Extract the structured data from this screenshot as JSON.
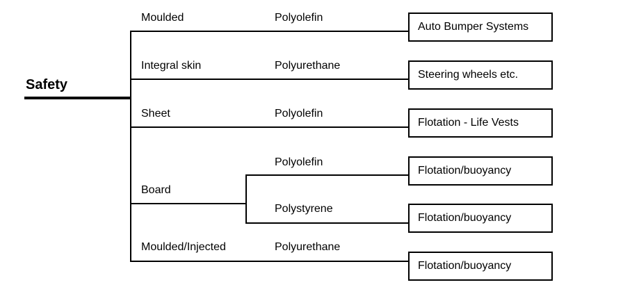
{
  "root": {
    "label": "Safety"
  },
  "branches": [
    {
      "form": "Moulded",
      "material": "Polyolefin",
      "application": "Auto Bumper Systems"
    },
    {
      "form": "Integral skin",
      "material": "Polyurethane",
      "application": "Steering wheels etc."
    },
    {
      "form": "Sheet",
      "material": "Polyolefin",
      "application": "Flotation - Life Vests"
    },
    {
      "form": "Board",
      "sub": [
        {
          "material": "Polyolefin",
          "application": "Flotation/buoyancy"
        },
        {
          "material": "Polystyrene",
          "application": "Flotation/buoyancy"
        }
      ]
    },
    {
      "form": "Moulded/Injected",
      "material": "Polyurethane",
      "application": "Flotation/buoyancy"
    }
  ],
  "colors": {
    "line": "#000000",
    "background": "#ffffff"
  }
}
